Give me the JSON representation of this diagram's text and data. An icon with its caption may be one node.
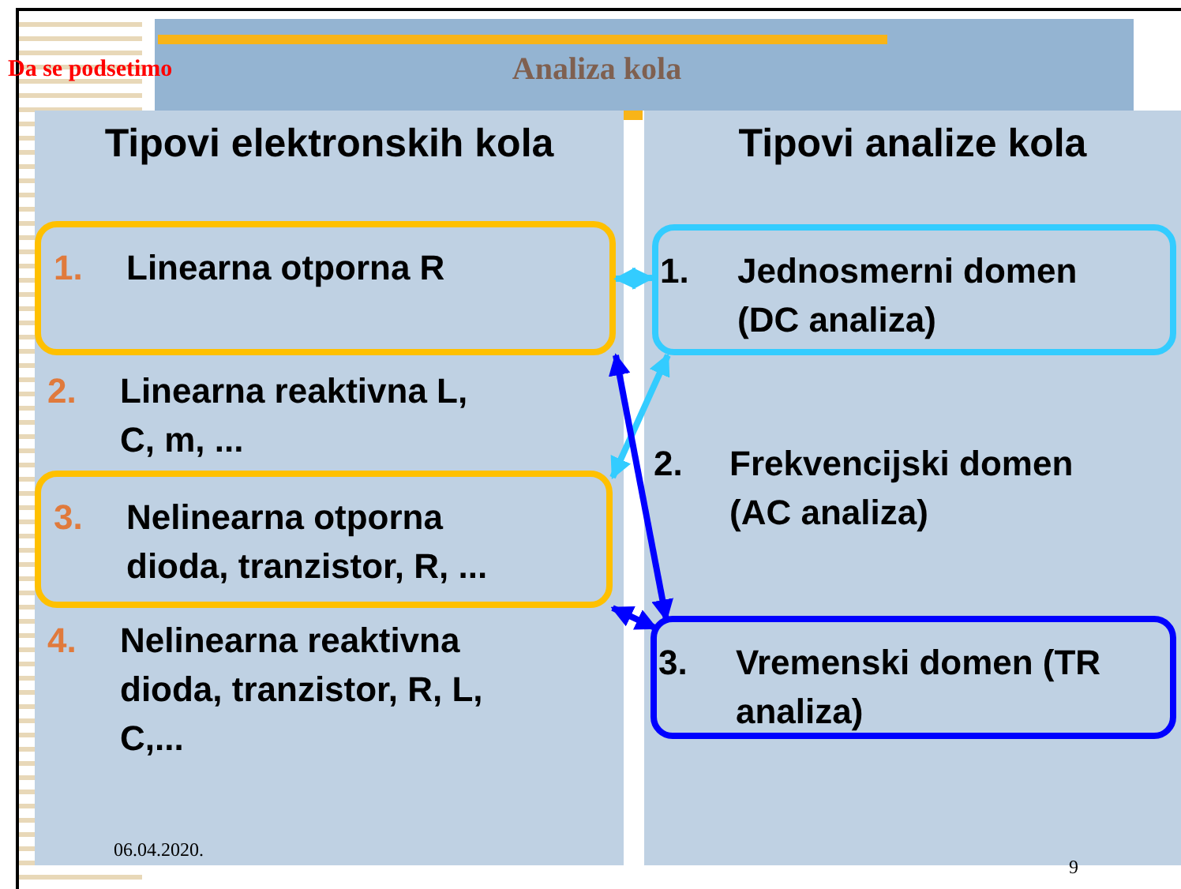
{
  "diagram": {
    "title": "Analiza kola",
    "nodes": [
      {
        "text": [
          "Tipovi elektronskih kola"
        ]
      },
      {
        "text": [
          "1.",
          "Linearna otporna R"
        ],
        "in": 0
      },
      {
        "text": [
          "3.",
          "Nelinearna otporna dioda, tranzistor, R, ..."
        ],
        "in": 0
      },
      {
        "text": [
          "Tipovi analize kola"
        ]
      },
      {
        "text": [
          "1.",
          "Jednosmerni domen (DC analiza)"
        ],
        "in": 3
      },
      {
        "text": [
          "3.",
          "Vremenski domen (TR analiza)"
        ],
        "in": 3
      }
    ],
    "edges": [
      {
        "from": 1,
        "to": 4,
        "arrow": "both",
        "color": "#33ccff"
      },
      {
        "from": 4,
        "to": 2,
        "arrow": "both",
        "color": "#33ccff"
      },
      {
        "from": 1,
        "to": 5,
        "arrow": "both",
        "color": "#0000ff"
      },
      {
        "from": 2,
        "to": 5,
        "arrow": "both",
        "color": "#0000ff"
      }
    ],
    "labels": [
      "Da se podsetimo",
      "2.",
      "Linearna reaktivna L, C, m, ...",
      "4.",
      "Nelinearna reaktivna dioda, tranzistor, R, L, C,...",
      "2.",
      "Frekvencijski domen (AC analiza)",
      "06.04.2020.",
      "9"
    ]
  }
}
